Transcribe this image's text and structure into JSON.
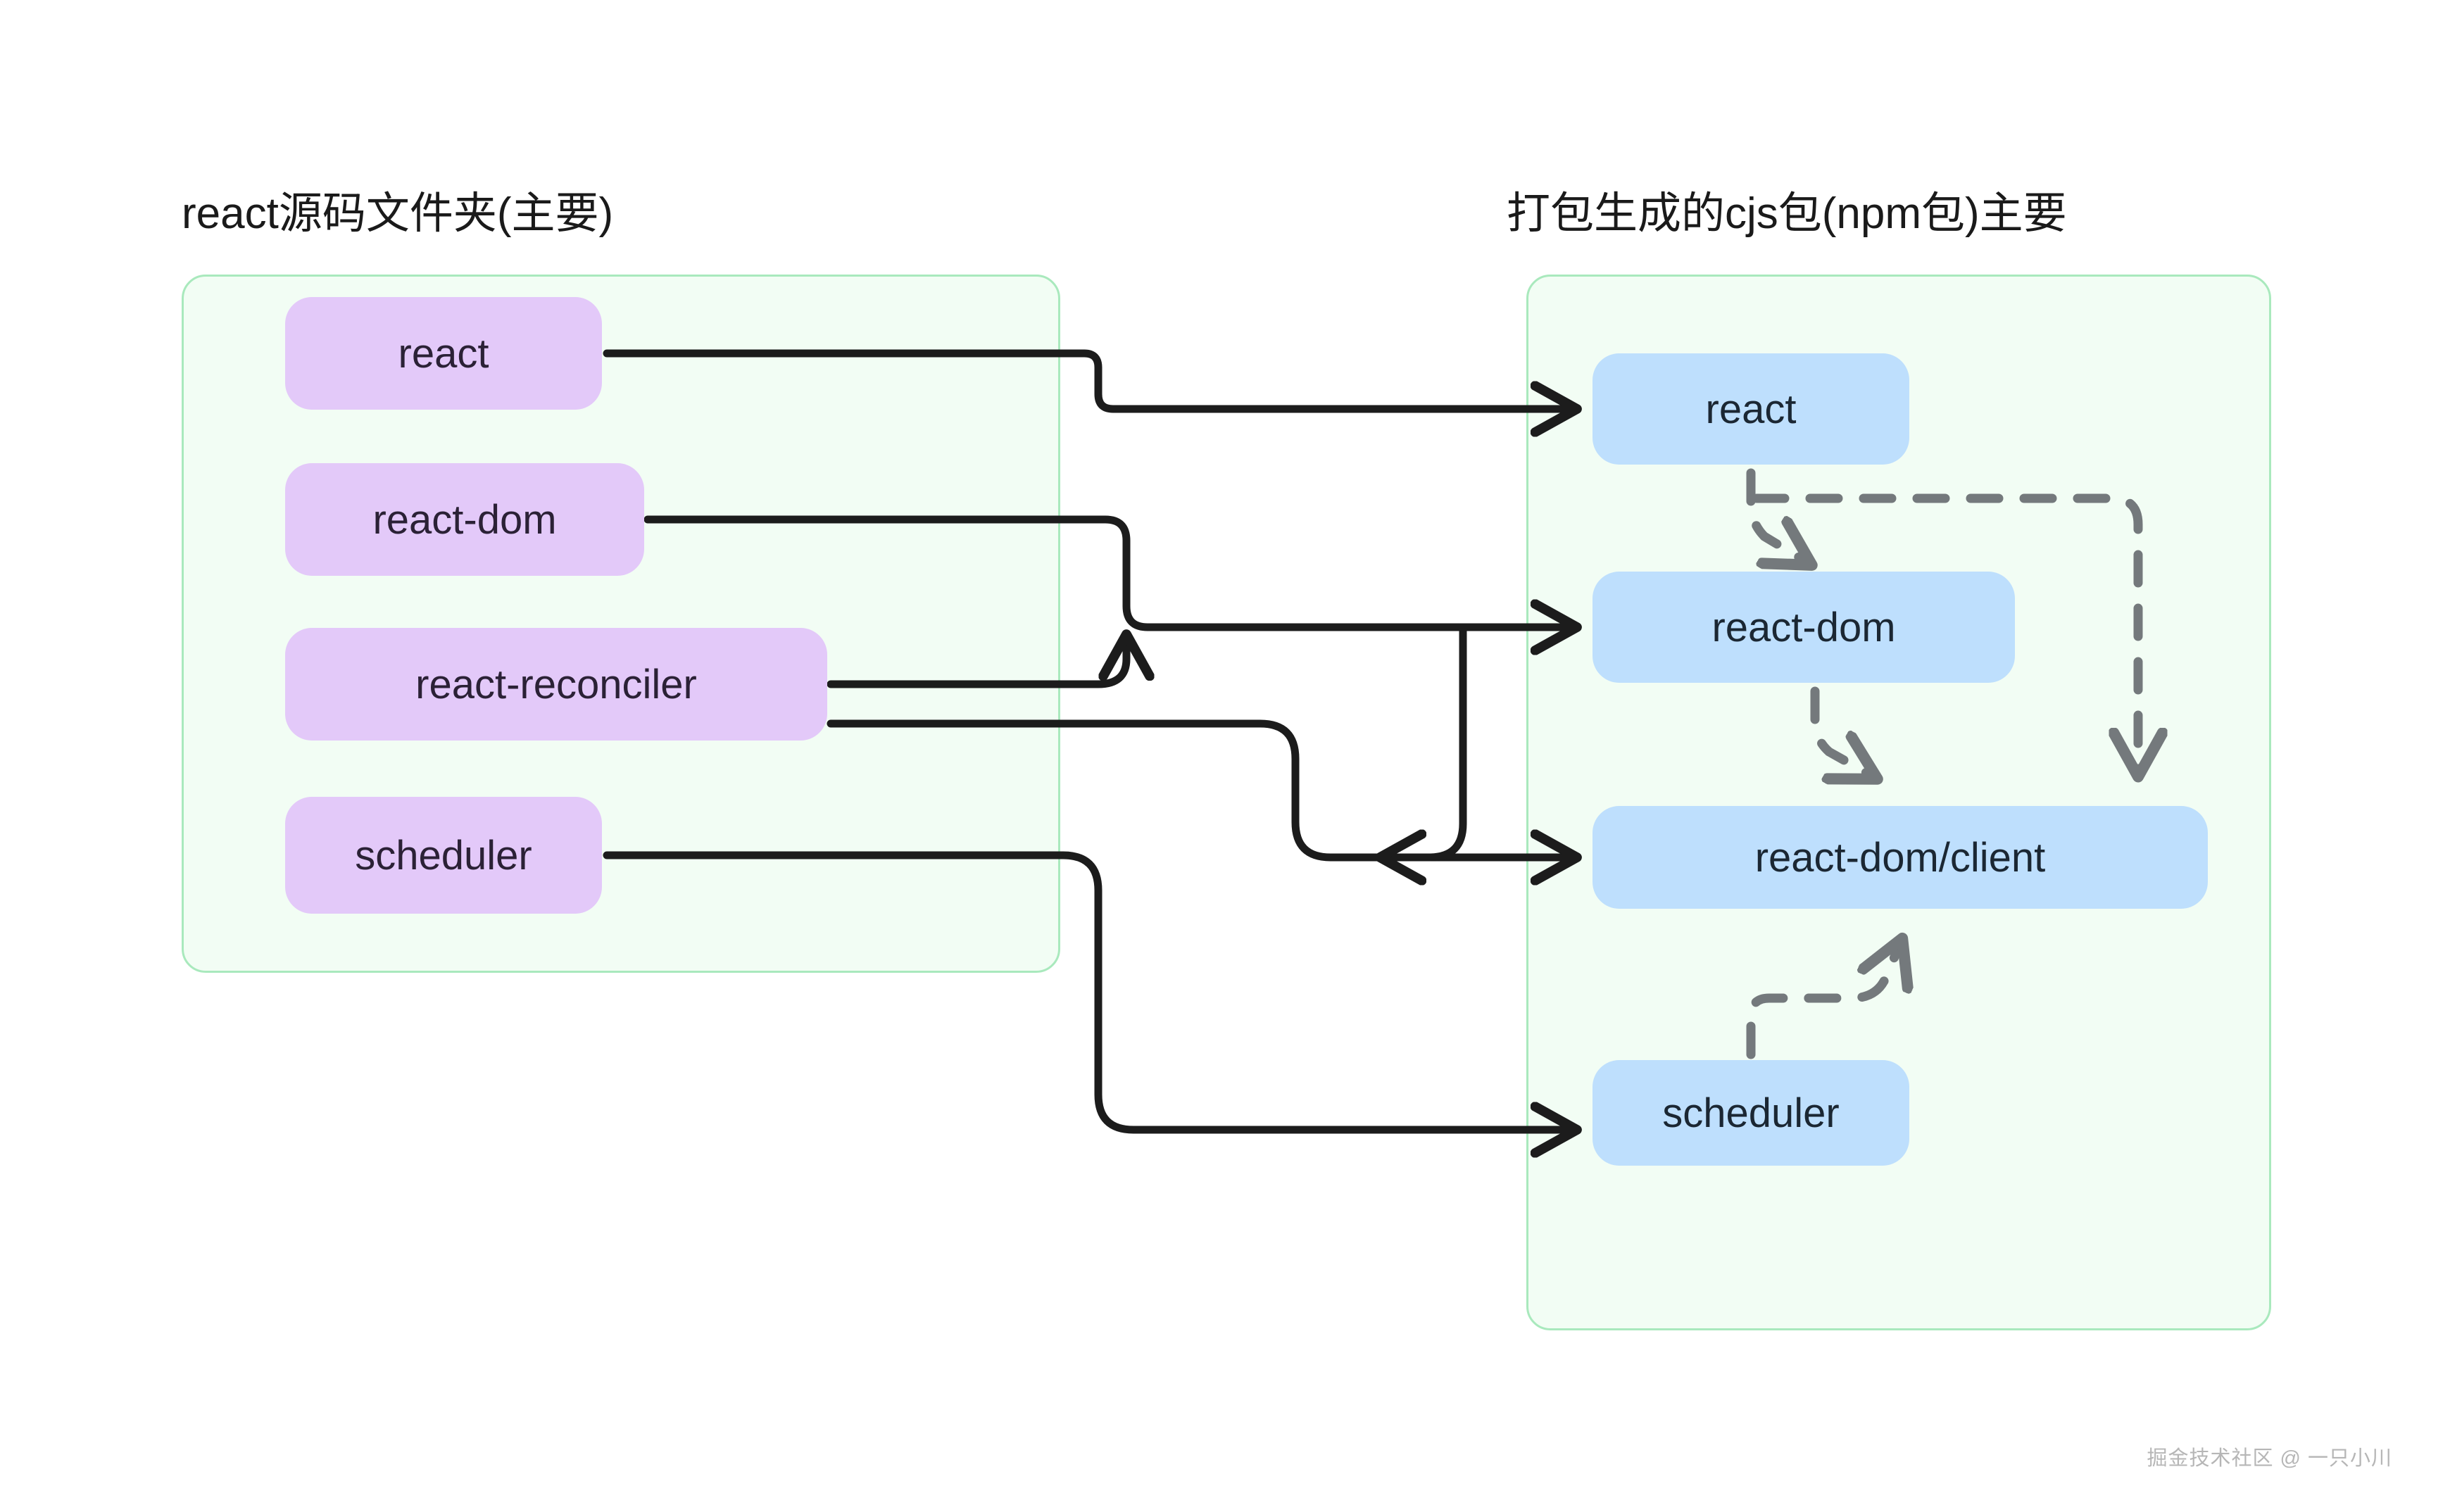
{
  "groups": {
    "left": {
      "title": "react源码文件夹(主要)",
      "nodes": [
        {
          "id": "src-react",
          "label": "react"
        },
        {
          "id": "src-react-dom",
          "label": "react-dom"
        },
        {
          "id": "src-reconciler",
          "label": "react-reconciler"
        },
        {
          "id": "src-scheduler",
          "label": "scheduler"
        }
      ]
    },
    "right": {
      "title": "打包生成的cjs包(npm包)主要",
      "nodes": [
        {
          "id": "pkg-react",
          "label": "react"
        },
        {
          "id": "pkg-react-dom",
          "label": "react-dom"
        },
        {
          "id": "pkg-client",
          "label": "react-dom/client"
        },
        {
          "id": "pkg-scheduler",
          "label": "scheduler"
        }
      ]
    }
  },
  "edges": {
    "build": [
      {
        "from": "src-react",
        "to": "pkg-react",
        "style": "solid"
      },
      {
        "from": "src-react-dom",
        "to": "pkg-react-dom",
        "style": "solid"
      },
      {
        "from": "src-reconciler",
        "to": "pkg-client",
        "style": "solid"
      },
      {
        "from": "src-reconciler",
        "to": "pkg-react-dom",
        "style": "solid"
      },
      {
        "from": "src-scheduler",
        "to": "pkg-scheduler",
        "style": "solid"
      }
    ],
    "dependency": [
      {
        "from": "pkg-react",
        "to": "pkg-react-dom",
        "style": "dashed"
      },
      {
        "from": "pkg-react",
        "to": "pkg-client",
        "style": "dashed"
      },
      {
        "from": "pkg-react-dom",
        "to": "pkg-client",
        "style": "dashed"
      },
      {
        "from": "pkg-scheduler",
        "to": "pkg-client",
        "style": "dashed"
      }
    ]
  },
  "colors": {
    "source_node": "#e3c9f9",
    "package_node": "#bedffd",
    "group_fill": "#f2fdf4",
    "group_border": "#a9e9bd",
    "solid_edge": "#1c1c1c",
    "dashed_edge": "#74797c",
    "canvas": "#ffffff"
  },
  "watermark": "掘金技术社区 @ 一只小川"
}
